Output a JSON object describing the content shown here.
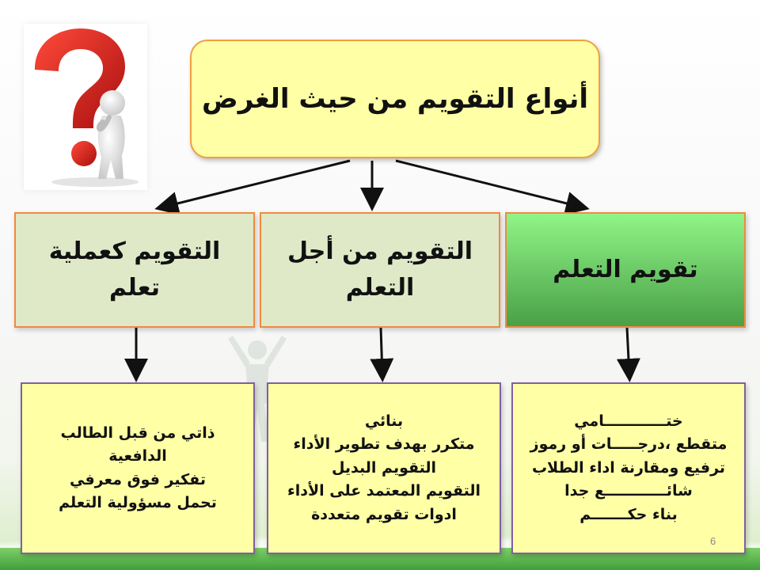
{
  "title": "أنواع التقويم  من  حيث الغرض",
  "categories": [
    {
      "id": "left",
      "lines": [
        "التقويم كعملية",
        "تعلم"
      ]
    },
    {
      "id": "center",
      "lines": [
        "التقويم من أجل",
        "التعلم"
      ]
    },
    {
      "id": "right",
      "lines": [
        "تقويم التعلم"
      ]
    }
  ],
  "details": {
    "left": [
      "ذاتي من قبل الطالب",
      "الدافعية",
      "تفكير فوق معرفي",
      "تحمل مسؤولية التعلم"
    ],
    "center": [
      "بنائي",
      "متكرر بهدف تطوير الأداء",
      "التقويم البديل",
      "التقويم المعتمد على الأداء",
      "ادوات تقويم متعددة"
    ],
    "right": [
      "ختــــــــــــامي",
      "متقطع ،درجـــــات أو رموز",
      "ترفيع ومقارنة اداء الطلاب",
      "شائــــــــــــع جدا",
      "بناء حكـــــــم"
    ]
  },
  "slide_number": "6",
  "colors": {
    "title_fill": "#ffffa6",
    "title_border": "#f0a040",
    "category_fill": "#dfe9c8",
    "highlight_fill": "#6fd86a",
    "detail_border": "#8060a0",
    "question_mark": "#d42020"
  },
  "icons": {
    "decoration": "question-mark-figure-icon"
  }
}
